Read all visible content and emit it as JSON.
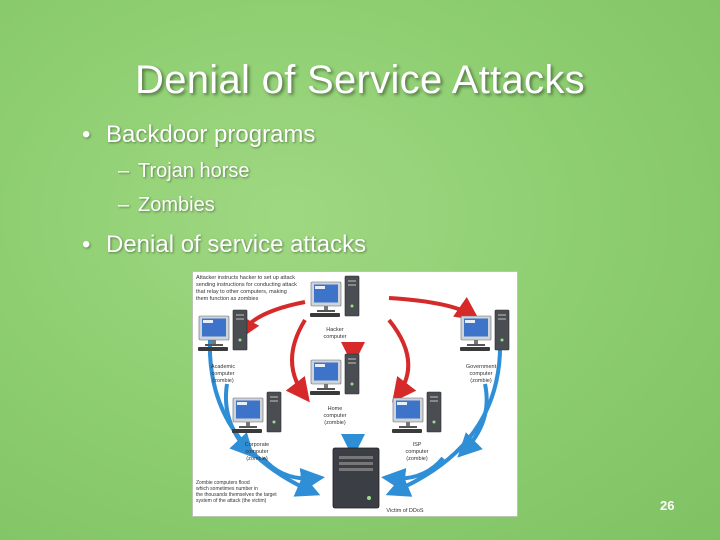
{
  "slide": {
    "title": "Denial of Service Attacks",
    "bullets": [
      {
        "text": "Backdoor programs",
        "sub": [
          "Trojan horse",
          "Zombies"
        ]
      },
      {
        "text": "Denial of service attacks"
      }
    ],
    "bullet_glyph": "•",
    "sub_glyph": "–",
    "page_number": "26"
  },
  "diagram": {
    "top_note_lines": [
      "Attacker instructs hacker to set up attack",
      "sending instructions for conducting attack",
      "that relay to other computers, making",
      "them function as zombies"
    ],
    "bottom_note_lines": [
      "Zombie computers flood",
      "which sometimes number in",
      "the thousands themselves the target",
      "system of the attack (the victim)"
    ],
    "labels": {
      "hacker": [
        "Hacker",
        "computer"
      ],
      "academic": [
        "Academic",
        "computer",
        "(zombie)"
      ],
      "government": [
        "Government",
        "computer",
        "(zombie)"
      ],
      "home": [
        "Home",
        "computer",
        "(zombie)"
      ],
      "corporate": [
        "Corporate",
        "computer",
        "(zombie)"
      ],
      "isp": [
        "ISP",
        "computer",
        "(zombie)"
      ],
      "victim": "Victim of DDoS"
    },
    "colors": {
      "red_arrow": "#d62a2a",
      "blue_arrow": "#2f8fd6"
    }
  }
}
